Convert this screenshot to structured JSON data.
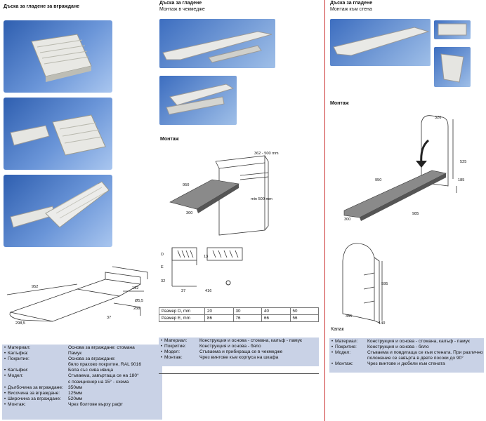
{
  "col1": {
    "title": "Дъска за гладене за вграждане",
    "dims": {
      "w": "952",
      "h": "192",
      "d": "298,5",
      "hole": "Ø5,5",
      "a": "288",
      "b": "37"
    },
    "specs": [
      {
        "k": "Материал:",
        "v": "Основа за вграждане: стомана"
      },
      {
        "k": "Калъфка:",
        "v": "Памук"
      },
      {
        "k": "Покритие:",
        "v": "Основа за вграждане:"
      },
      {
        "k": "",
        "v": "бяло праxово покритие, RAL 9016"
      },
      {
        "k": "Калъфки:",
        "v": "Бяла със сива ивица"
      },
      {
        "k": "Модел:",
        "v": "Сгъваема, завъртаща се на 180°"
      },
      {
        "k": "",
        "v": "с позиционер на 15° - схема"
      },
      {
        "k": "Дълбочина за вграждане:",
        "v": "350мм"
      },
      {
        "k": "Височина за вграждане:",
        "v": "125мм"
      },
      {
        "k": "Широчина за вграждане:",
        "v": "520мм"
      },
      {
        "k": "Монтаж:",
        "v": "Чрез болтове върху рафт"
      }
    ]
  },
  "col2": {
    "title": "Дъска за гладене",
    "subtitle": "Монтаж в чекмедже",
    "mount_label": "Монтаж",
    "dims": {
      "top": "362 - 500 mm",
      "len": "950",
      "w": "300",
      "min": "min 500 mm",
      "d": "D",
      "e": "E",
      "v32": "32",
      "v13": "13",
      "v37": "37",
      "v416": "416"
    },
    "table": {
      "rows": [
        [
          "Размер D, mm",
          "20",
          "30",
          "40",
          "50"
        ],
        [
          "Размер E, mm",
          "86",
          "76",
          "66",
          "56"
        ]
      ]
    },
    "specs": [
      {
        "k": "Материал:",
        "v": "Конструкция и основа - стомана, калъф - памук"
      },
      {
        "k": "Покритие:",
        "v": "Конструкция и основа - бяло"
      },
      {
        "k": "Модел:",
        "v": "Сгъваема и прибираща се в чекмедже"
      },
      {
        "k": "Монтаж:",
        "v": "Чрез винтове към корпуса на шкафа"
      }
    ]
  },
  "col3": {
    "title": "Дъска за гладене",
    "subtitle": "Монтаж към стена",
    "mount_label": "Монтаж",
    "dims": {
      "a": "326",
      "b": "525",
      "c": "185",
      "len": "950",
      "w": "300",
      "full": "985",
      "h": "595",
      "d1": "365",
      "d2": "140"
    },
    "cover_label": "Капак",
    "specs": [
      {
        "k": "Материал:",
        "v": "Конструкция и основа - стомана, калъф - памук"
      },
      {
        "k": "Покритие:",
        "v": "Конструкция и основа - бяло"
      },
      {
        "k": "Модел:",
        "v": "Сгъваема и повдигаща се към стената. При различно"
      },
      {
        "k": "",
        "v": "положение се завърта в двете посоки до 90°"
      },
      {
        "k": "Монтаж:",
        "v": "Чрез винтове и дюбели към стената"
      }
    ]
  }
}
